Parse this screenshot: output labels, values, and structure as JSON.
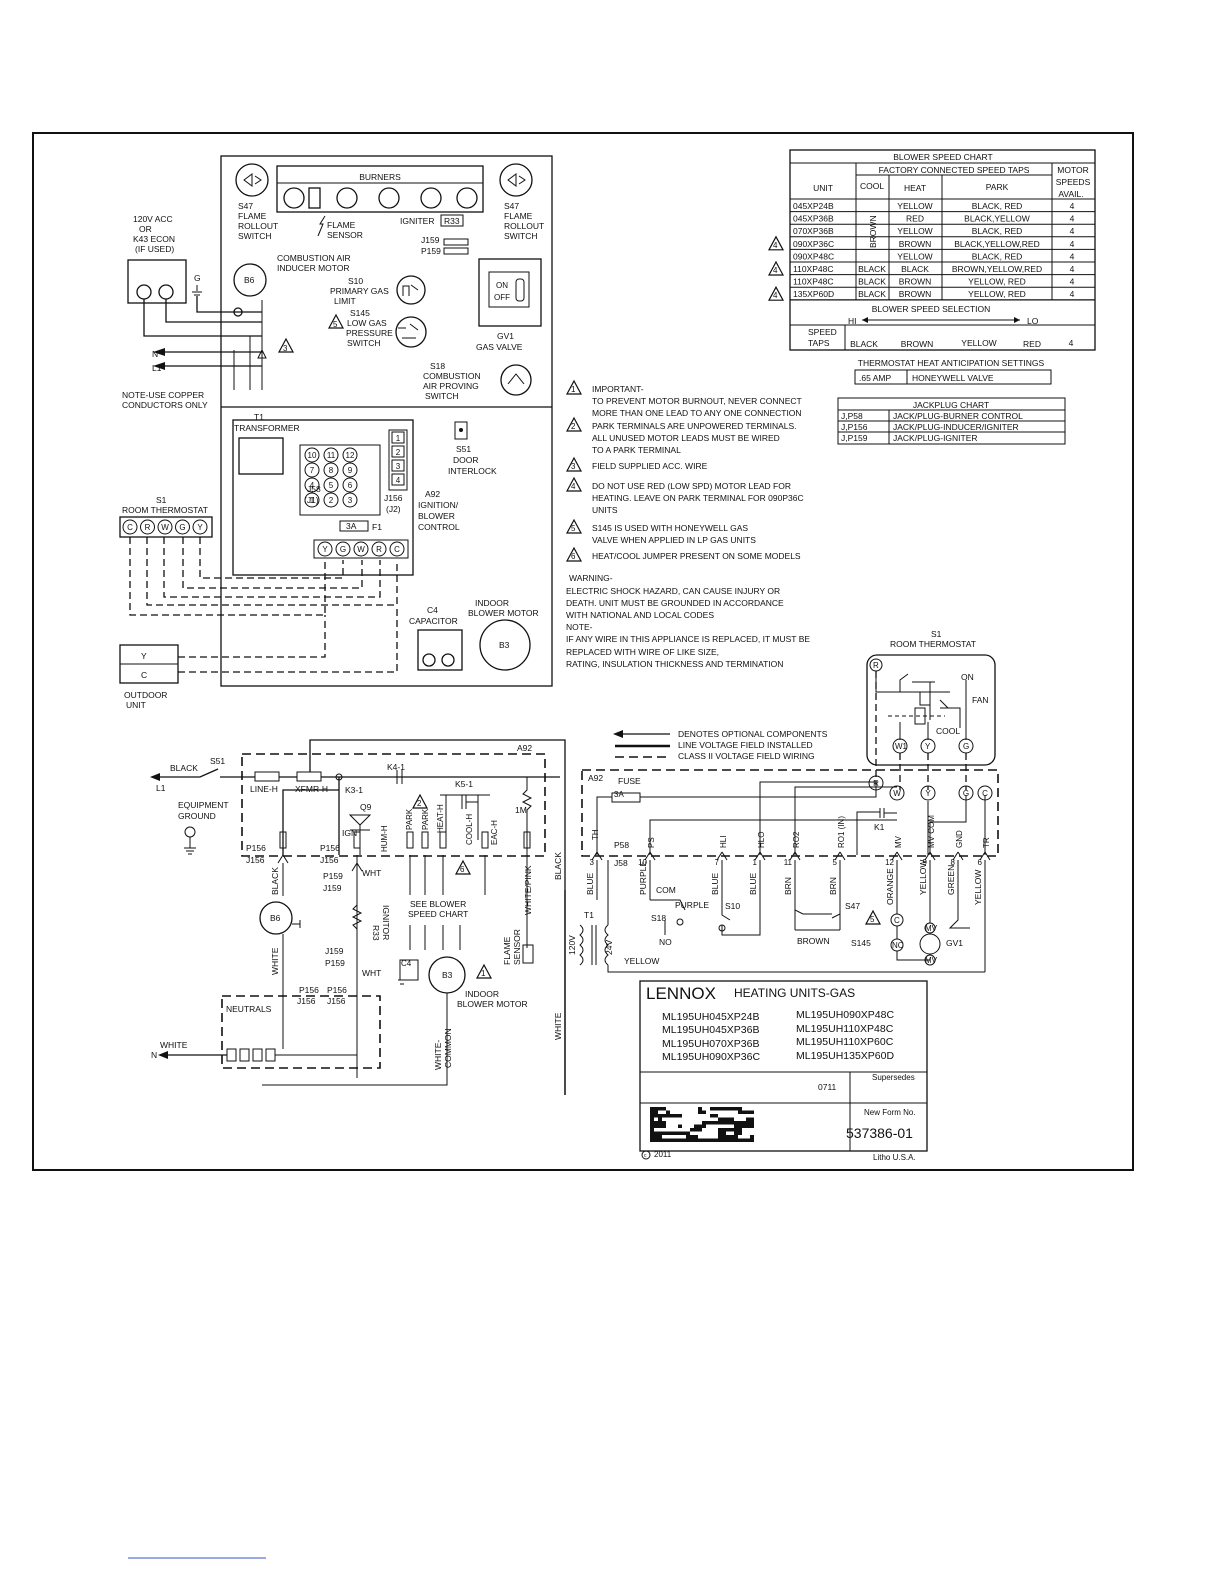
{
  "layout_diagram": {
    "burners_label": "BURNERS",
    "s47_left": [
      "S47",
      "FLAME",
      "ROLLOUT",
      "SWITCH"
    ],
    "s47_right": [
      "S47",
      "FLAME",
      "ROLLOUT",
      "SWITCH"
    ],
    "flame_sensor": [
      "FLAME",
      "SENSOR"
    ],
    "igniter": "IGNITER",
    "r33": "R33",
    "j159": "J159",
    "p159": "P159",
    "power_supply": [
      "120V ACC",
      "OR",
      "K43 ECON",
      "(IF USED)"
    ],
    "g": "G",
    "n": "N",
    "l1": "L1",
    "copper_note": [
      "NOTE-USE COPPER",
      "CONDUCTORS ONLY"
    ],
    "b6": "B6",
    "combustion_inducer": [
      "COMBUSTION AIR",
      "INDUCER MOTOR"
    ],
    "s10": [
      "S10",
      "PRIMARY GAS",
      "LIMIT"
    ],
    "s145": [
      "S145",
      "LOW GAS",
      "PRESSURE",
      "SWITCH"
    ],
    "gv_on": "ON",
    "gv_off": "OFF",
    "gv1": [
      "GV1",
      "GAS VALVE"
    ],
    "s18": [
      "S18",
      "COMBUSTION",
      "AIR PROVING",
      "SWITCH"
    ],
    "t1": [
      "T1",
      "TRANSFORMER"
    ],
    "j58": [
      "J58",
      "(J1)"
    ],
    "j156": [
      "J156",
      "(J2)"
    ],
    "pins_j58": [
      "10",
      "11",
      "12",
      "7",
      "8",
      "9",
      "4",
      "5",
      "6",
      "1",
      "2",
      "3"
    ],
    "pins_j156": [
      "1",
      "2",
      "3",
      "4"
    ],
    "fuse_3a": "3A",
    "f1": "F1",
    "a92": [
      "A92",
      "IGNITION/",
      "BLOWER",
      "CONTROL"
    ],
    "s51": [
      "S51",
      "DOOR",
      "INTERLOCK"
    ],
    "terminals": [
      "Y",
      "G",
      "W",
      "R",
      "C"
    ],
    "s1": [
      "S1",
      "ROOM THERMOSTAT"
    ],
    "thermostat_terminals": [
      "C",
      "R",
      "W",
      "G",
      "Y"
    ],
    "c4": [
      "C4",
      "CAPACITOR"
    ],
    "b3": "B3",
    "indoor_blower": [
      "INDOOR",
      "BLOWER MOTOR"
    ],
    "outdoor_terminals": [
      "Y",
      "C"
    ],
    "outdoor_unit": [
      "OUTDOOR",
      "UNIT"
    ]
  },
  "blower_chart": {
    "title": "BLOWER SPEED CHART",
    "factory_header": "FACTORY CONNECTED SPEED TAPS",
    "unit_header": "UNIT",
    "cool_header": "COOL",
    "heat_header": "HEAT",
    "park_header": "PARK",
    "motor_header": [
      "MOTOR",
      "SPEEDS",
      "AVAIL."
    ],
    "cool_vertical": "BROWN",
    "rows": [
      {
        "warn": "",
        "unit": "045XP24B",
        "cool": "",
        "heat": "YELLOW",
        "park": "BLACK, RED",
        "speeds": "4"
      },
      {
        "warn": "",
        "unit": "045XP36B",
        "cool": "",
        "heat": "RED",
        "park": "BLACK,YELLOW",
        "speeds": "4"
      },
      {
        "warn": "",
        "unit": "070XP36B",
        "cool": "",
        "heat": "YELLOW",
        "park": "BLACK, RED",
        "speeds": "4"
      },
      {
        "warn": "4",
        "unit": "090XP36C",
        "cool": "",
        "heat": "BROWN",
        "park": "BLACK,YELLOW,RED",
        "speeds": "4"
      },
      {
        "warn": "",
        "unit": "090XP48C",
        "cool": "",
        "heat": "YELLOW",
        "park": "BLACK, RED",
        "speeds": "4"
      },
      {
        "warn": "4",
        "unit": "110XP48C",
        "cool": "BLACK",
        "heat": "BLACK",
        "park": "BROWN,YELLOW,RED",
        "speeds": "4"
      },
      {
        "warn": "",
        "unit": "110XP48C",
        "cool": "BLACK",
        "heat": "BROWN",
        "park": "YELLOW, RED",
        "speeds": "4"
      },
      {
        "warn": "4",
        "unit": "135XP60D",
        "cool": "BLACK",
        "heat": "BROWN",
        "park": "YELLOW, RED",
        "speeds": "4"
      }
    ],
    "selection_label": "BLOWER SPEED SELECTION",
    "hi": "HI",
    "lo": "LO",
    "speed_taps_label": [
      "SPEED",
      "TAPS"
    ],
    "speed_taps": [
      "BLACK",
      "BROWN",
      "YELLOW",
      "RED"
    ],
    "speed_taps_count": "4"
  },
  "anticipation": {
    "title": "THERMOSTAT HEAT ANTICIPATION SETTINGS",
    "value": ".65 AMP",
    "valve": "HONEYWELL VALVE"
  },
  "jackplug": {
    "title": "JACKPLUG CHART",
    "rows": [
      {
        "id": "J,P58",
        "desc": "JACK/PLUG-BURNER CONTROL"
      },
      {
        "id": "J,P156",
        "desc": "JACK/PLUG-INDUCER/IGNITER"
      },
      {
        "id": "J,P159",
        "desc": "JACK/PLUG-IGNITER"
      }
    ]
  },
  "notes": [
    {
      "num": "1",
      "lines": [
        "IMPORTANT-",
        "TO PREVENT MOTOR BURNOUT, NEVER CONNECT",
        "MORE THAN ONE LEAD TO ANY ONE CONNECTION"
      ]
    },
    {
      "num": "2",
      "lines": [
        "PARK TERMINALS ARE UNPOWERED TERMINALS.",
        "ALL UNUSED MOTOR LEADS MUST BE WIRED",
        "TO A PARK TERMINAL"
      ]
    },
    {
      "num": "3",
      "lines": [
        "FIELD SUPPLIED ACC. WIRE"
      ]
    },
    {
      "num": "4",
      "lines": [
        "DO NOT USE RED (LOW SPD) MOTOR LEAD FOR",
        "HEATING. LEAVE ON PARK TERMINAL FOR 090P36C",
        "UNITS"
      ]
    },
    {
      "num": "5",
      "lines": [
        "S145 IS USED WITH HONEYWELL GAS",
        "VALVE WHEN APPLIED IN LP GAS UNITS"
      ]
    },
    {
      "num": "6",
      "lines": [
        "HEAT/COOL JUMPER PRESENT ON SOME MODELS"
      ]
    }
  ],
  "warning": [
    "WARNING-",
    "ELECTRIC SHOCK HAZARD, CAN CAUSE INJURY OR",
    "DEATH. UNIT MUST BE GROUNDED IN ACCORDANCE",
    "WITH NATIONAL AND LOCAL CODES"
  ],
  "replace_note": [
    "NOTE-",
    "IF ANY WIRE IN THIS APPLIANCE IS REPLACED, IT MUST BE",
    "REPLACED WITH WIRE OF LIKE SIZE,",
    "RATING, INSULATION THICKNESS AND TERMINATION"
  ],
  "legend": [
    "DENOTES OPTIONAL COMPONENTS",
    "LINE VOLTAGE FIELD INSTALLED",
    "CLASS II VOLTAGE FIELD WIRING"
  ],
  "thermostat_detail": {
    "title": [
      "S1",
      "ROOM THERMOSTAT"
    ],
    "r": "R",
    "on": "ON",
    "fan": "FAN",
    "cool": "COOL",
    "w1": "W1",
    "y": "Y",
    "g": "G"
  },
  "schematic": {
    "black": "BLACK",
    "s51": "S51",
    "l1": "L1",
    "line_h": "LINE-H",
    "xfmr_h": "XFMR-H",
    "a92": "A92",
    "k4_1": "K4-1",
    "k3_1": "K3-1",
    "k5_1": "K5-1",
    "one_m": "1M",
    "q9": "Q9",
    "ign": "IGN",
    "hum_h": "HUM-H",
    "park": "PARK",
    "heat_h": "HEAT-H",
    "cool_h": "COOL-H",
    "eac_h": "EAC-H",
    "equipment_ground": [
      "EQUIPMENT",
      "GROUND"
    ],
    "p156": "P156",
    "j156": "J156",
    "p159": "P159",
    "j159": "J159",
    "wht": "WHT",
    "r33": "R33",
    "ignitor": "IGNITOR",
    "see_blower": [
      "SEE BLOWER",
      "SPEED CHART"
    ],
    "white_pink": "WHITE/PINK",
    "flame_sensor": [
      "FLAME",
      "SENSOR"
    ],
    "b6": "B6",
    "white": "WHITE",
    "b3": "B3",
    "c4": "C4",
    "indoor_blower": [
      "INDOOR",
      "BLOWER MOTOR"
    ],
    "neutrals": "NEUTRALS",
    "n": "N",
    "white_common": [
      "WHITE-",
      "COMMON"
    ],
    "t1": "T1",
    "v120": "120V",
    "v24": "24V",
    "yellow": "YELLOW",
    "fuse": "FUSE",
    "fuse_3a": "3A",
    "j58": "J58",
    "p58": "P58",
    "th": "TH",
    "k1": "K1",
    "pins": [
      {
        "num": "3",
        "label": "TH"
      },
      {
        "num": "10",
        "label": "PS"
      },
      {
        "num": "7",
        "label": "HLI"
      },
      {
        "num": "1",
        "label": "HLO"
      },
      {
        "num": "11",
        "label": "RO2"
      },
      {
        "num": "5",
        "label": "RO1 (IN)"
      },
      {
        "num": "12",
        "label": "MV"
      },
      {
        "num": "9",
        "label": "MV COM"
      },
      {
        "num": "8",
        "label": "GND"
      },
      {
        "num": "6",
        "label": "TR"
      }
    ],
    "wire_colors": [
      "BLUE",
      "PURPLE",
      "BLUE",
      "BLUE",
      "BRN",
      "BRN",
      "ORANGE",
      "YELLOW",
      "GREEN",
      "YELLOW"
    ],
    "com": "COM",
    "purple": "PURPLE",
    "no": "NO",
    "s18": "S18",
    "s10": "S10",
    "s47": "S47",
    "brown": "BROWN",
    "s145": "S145",
    "c": "C",
    "nc": "NC",
    "mv": "MV",
    "gv1": "GV1",
    "stat_terms": [
      "R",
      "W",
      "Y",
      "G",
      "C"
    ]
  },
  "title_block": {
    "brand": "LENNOX",
    "title": "HEATING UNITS-GAS",
    "models_left": [
      "ML195UH045XP24B",
      "ML195UH045XP36B",
      "ML195UH070XP36B",
      "ML195UH090XP36C"
    ],
    "models_right": [
      "ML195UH090XP48C",
      "ML195UH110XP48C",
      "ML195UH110XP60C",
      "ML195UH135XP60D"
    ],
    "date": "0711",
    "supersedes": "Supersedes",
    "new_form_label": "New Form No.",
    "form_no": "537386-01",
    "copyright": "2011",
    "printed": "Litho U.S.A."
  }
}
